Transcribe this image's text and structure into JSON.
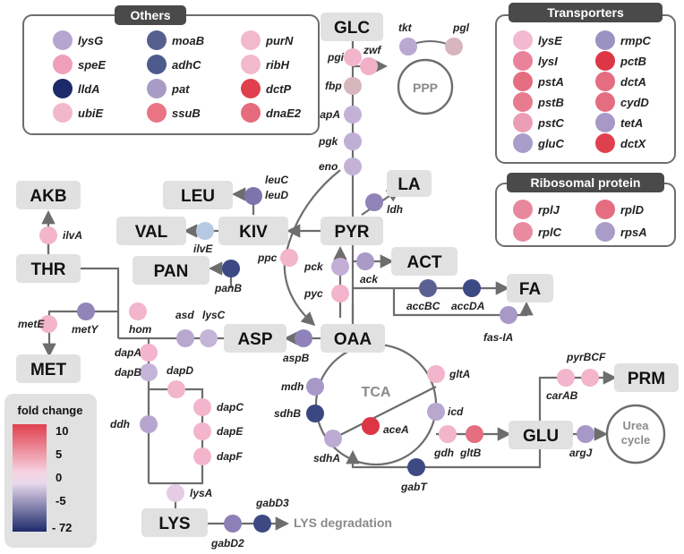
{
  "colors": {
    "hi": "#e0404e",
    "mid": "#f3c0d6",
    "lo": "#1c2a6b",
    "grey_box": "#e1e1e1",
    "line": "#6d6d6d",
    "header_bg": "#4a4a4a",
    "header_text": "#ffffff"
  },
  "metabolites": {
    "glc": "GLC",
    "la": "LA",
    "pyr": "PYR",
    "act": "ACT",
    "fa": "FA",
    "oaa": "OAA",
    "asp": "ASP",
    "akb": "AKB",
    "thr": "THR",
    "met": "MET",
    "leu": "LEU",
    "kiv": "KIV",
    "val": "VAL",
    "pan": "PAN",
    "lys": "LYS",
    "glu": "GLU",
    "prm": "PRM"
  },
  "cycles": {
    "ppp": "PPP",
    "tca": "TCA",
    "urea_line1": "Urea",
    "urea_line2": "cycle"
  },
  "lys_degradation": "LYS degradation",
  "genes": {
    "tkt": "tkt",
    "pgl": "pgl",
    "pgi": "pgi",
    "zwf": "zwf",
    "fbp": "fbp",
    "gapA": "gapA",
    "pgk": "pgk",
    "eno": "eno",
    "ldh": "ldh",
    "leuC": "leuC",
    "leuD": "leuD",
    "ilvE": "ilvE",
    "ilvA": "ilvA",
    "ppc": "ppc",
    "pck": "pck",
    "pyc": "pyc",
    "ack": "ack",
    "panB": "panB",
    "accBC": "accBC",
    "accDA": "accDA",
    "fas-IA": "fas-IA",
    "metE": "metE",
    "metY": "metY",
    "hom": "hom",
    "asd": "asd",
    "lysC": "lysC",
    "aspB": "aspB",
    "dapA": "dapA",
    "dapB": "dapB",
    "dapD": "dapD",
    "dapC": "dapC",
    "dapE": "dapE",
    "dapF": "dapF",
    "ddh": "ddh",
    "mdh": "mdh",
    "sdhB": "sdhB",
    "sdhA": "sdhA",
    "gltA": "gltA",
    "icd": "icd",
    "aceA": "aceA",
    "gdh": "gdh",
    "gltB": "gltB",
    "gabT": "gabT",
    "carAB": "carAB",
    "pyrBCF": "pyrBCF",
    "argJ": "argJ",
    "lysA": "lysA",
    "gabD3": "gabD3",
    "gabD2": "gabD2"
  },
  "others": {
    "title": "Others",
    "items": [
      {
        "name": "lysG",
        "color": "#b6a6cf"
      },
      {
        "name": "moaB",
        "color": "#55608f"
      },
      {
        "name": "purN",
        "color": "#f2b8cc"
      },
      {
        "name": "speE",
        "color": "#ef9fb8"
      },
      {
        "name": "adhC",
        "color": "#4d5a8c"
      },
      {
        "name": "ribH",
        "color": "#f2b8cc"
      },
      {
        "name": "lldA",
        "color": "#1c2a6b"
      },
      {
        "name": "pat",
        "color": "#a89cc6"
      },
      {
        "name": "dctP",
        "color": "#e0404e"
      },
      {
        "name": "ubiE",
        "color": "#f3b7cc"
      },
      {
        "name": "ssuB",
        "color": "#e97484"
      },
      {
        "name": "dnaE2",
        "color": "#e66b7d"
      }
    ]
  },
  "transporters": {
    "title": "Transporters",
    "items": [
      {
        "name": "lysE",
        "color": "#f2b9cf"
      },
      {
        "name": "rmpC",
        "color": "#9b92c2"
      },
      {
        "name": "lysI",
        "color": "#e98399"
      },
      {
        "name": "pctB",
        "color": "#dd3645"
      },
      {
        "name": "pstA",
        "color": "#e46d80"
      },
      {
        "name": "dctA",
        "color": "#e46d80"
      },
      {
        "name": "pstB",
        "color": "#e77c90"
      },
      {
        "name": "cydD",
        "color": "#e46d80"
      },
      {
        "name": "pstC",
        "color": "#eb9db4"
      },
      {
        "name": "tetA",
        "color": "#a898c8"
      },
      {
        "name": "gluC",
        "color": "#a79ec9"
      },
      {
        "name": "dctX",
        "color": "#e0404e"
      }
    ]
  },
  "ribosomal": {
    "title": "Ribosomal protein",
    "items": [
      {
        "name": "rplJ",
        "color": "#e8889c"
      },
      {
        "name": "rplD",
        "color": "#e46d80"
      },
      {
        "name": "rplC",
        "color": "#e98aa0"
      },
      {
        "name": "rpsA",
        "color": "#a99cc8"
      }
    ]
  },
  "legend": {
    "title": "fold change",
    "ticks": [
      "10",
      "5",
      "0",
      "-5",
      "- 72"
    ]
  }
}
